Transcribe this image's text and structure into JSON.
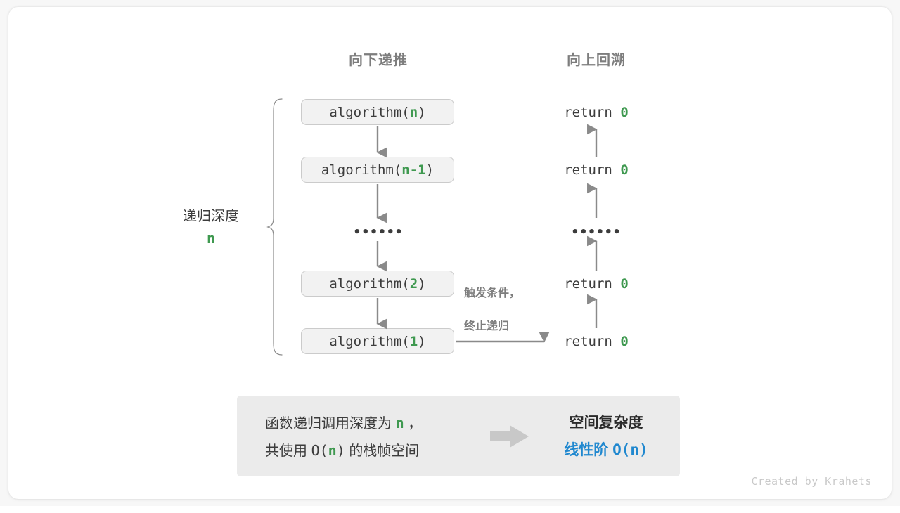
{
  "diagram": {
    "title_down": "向下递推",
    "title_up": "向上回溯",
    "ellipsis": "••••••",
    "depth": {
      "label": "递归深度",
      "value": "n"
    },
    "terminate_note": {
      "line1": "触发条件，",
      "line2": "终止递归"
    },
    "calls": [
      {
        "prefix": "algorithm(",
        "arg": "n",
        "suffix": ")"
      },
      {
        "prefix": "algorithm(",
        "arg": "n-1",
        "suffix": ")"
      },
      {
        "prefix": "algorithm(",
        "arg": "2",
        "suffix": ")"
      },
      {
        "prefix": "algorithm(",
        "arg": "1",
        "suffix": ")"
      }
    ],
    "returns": [
      {
        "keyword": "return",
        "value": "0"
      },
      {
        "keyword": "return",
        "value": "0"
      },
      {
        "keyword": "return",
        "value": "0"
      },
      {
        "keyword": "return",
        "value": "0"
      }
    ]
  },
  "summary": {
    "line1_a": "函数递归调用深度为",
    "line1_var": "n",
    "line1_b": "，",
    "line2_a": "共使用",
    "line2_fn": "O(",
    "line2_var": "n",
    "line2_fn_end": ")",
    "line2_b": "的栈帧空间",
    "result_title": "空间复杂度",
    "result_order": "线性阶",
    "result_notation": "O(n)"
  },
  "credit": "Created by Krahets",
  "colors": {
    "green": "#3f9950",
    "blue": "#2088cf",
    "gray_text": "#7d7d7d",
    "box_fill": "#f2f2f2",
    "box_border": "#cbcbcb",
    "panel_fill": "#ebebeb",
    "arrow": "#8a8a8a"
  }
}
